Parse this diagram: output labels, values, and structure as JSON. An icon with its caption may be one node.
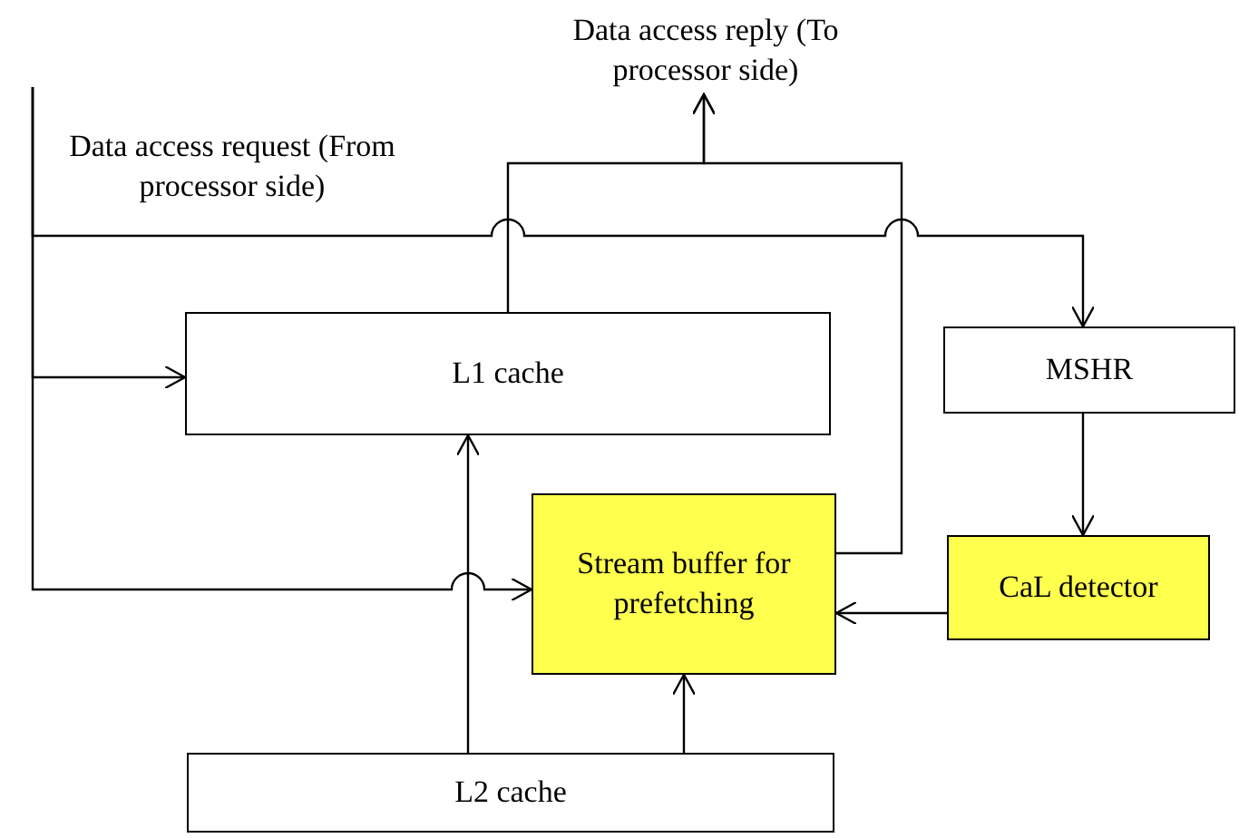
{
  "diagram": {
    "nodes": [
      {
        "text": [
          "Data access reply (To processor side)"
        ]
      },
      {
        "text": [
          "L1 cache"
        ]
      },
      {
        "text": [
          "MSHR"
        ]
      },
      {
        "text": [
          "Stream buffer for prefetching"
        ]
      },
      {
        "text": [
          "CaL detector"
        ]
      },
      {
        "text": [
          "L2 cache"
        ]
      }
    ],
    "edges": [
      {
        "from": null,
        "to": 1,
        "arrow": "to"
      },
      {
        "from": null,
        "to": 2,
        "arrow": "to"
      },
      {
        "from": null,
        "to": 3,
        "arrow": "to"
      },
      {
        "from": 1,
        "to": 0,
        "arrow": "to"
      },
      {
        "from": 3,
        "to": 0,
        "arrow": "to"
      },
      {
        "from": 5,
        "to": 1,
        "arrow": "to"
      },
      {
        "from": 5,
        "to": 3,
        "arrow": "to"
      },
      {
        "from": 2,
        "to": 4,
        "arrow": "to"
      },
      {
        "from": 4,
        "to": 3,
        "arrow": "to"
      }
    ],
    "labels": [
      "Data access request (From processor side)"
    ]
  }
}
